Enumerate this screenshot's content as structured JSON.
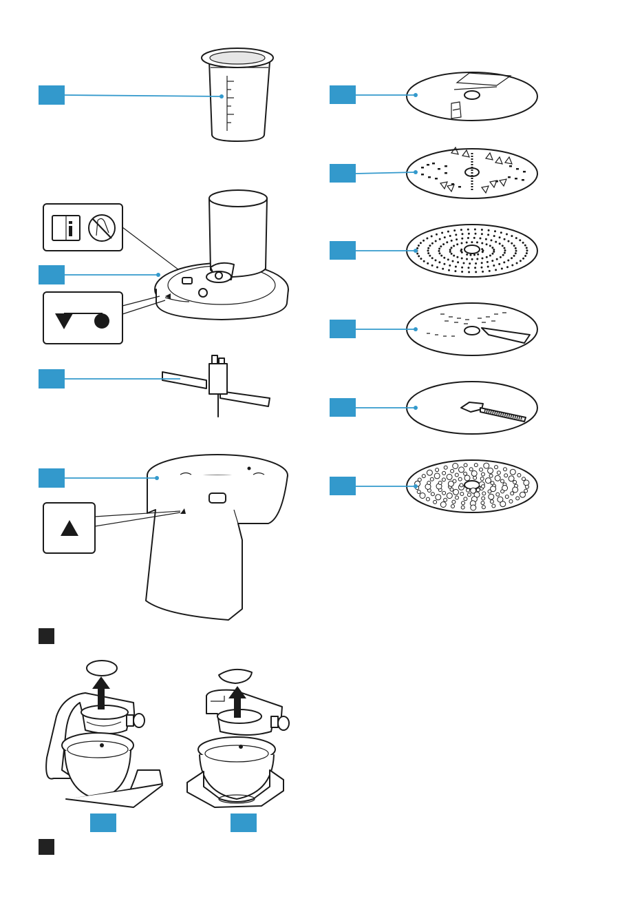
{
  "colors": {
    "accent": "#3399cc",
    "line": "#1a1a1a",
    "background": "#ffffff",
    "marker": "#222222"
  },
  "callouts": [
    {
      "part": "measuring-cup"
    },
    {
      "part": "lid"
    },
    {
      "part": "blade"
    },
    {
      "part": "bowl"
    },
    {
      "part": "slicing-disc-thin"
    },
    {
      "part": "grating-disc-coarse"
    },
    {
      "part": "grating-disc-fine"
    },
    {
      "part": "julienne-disc"
    },
    {
      "part": "julienne-disc-fine"
    },
    {
      "part": "potato-grating-disc"
    },
    {
      "part": "mixer-variant-left"
    },
    {
      "part": "mixer-variant-right"
    }
  ],
  "section_markers": [
    "section-marker-1",
    "section-marker-2"
  ],
  "icons": [
    "read-manual-icon",
    "no-hands-icon",
    "arrow-down-icon",
    "lock-dot-icon",
    "triangle-up-icon",
    "arrow-up-icon"
  ]
}
